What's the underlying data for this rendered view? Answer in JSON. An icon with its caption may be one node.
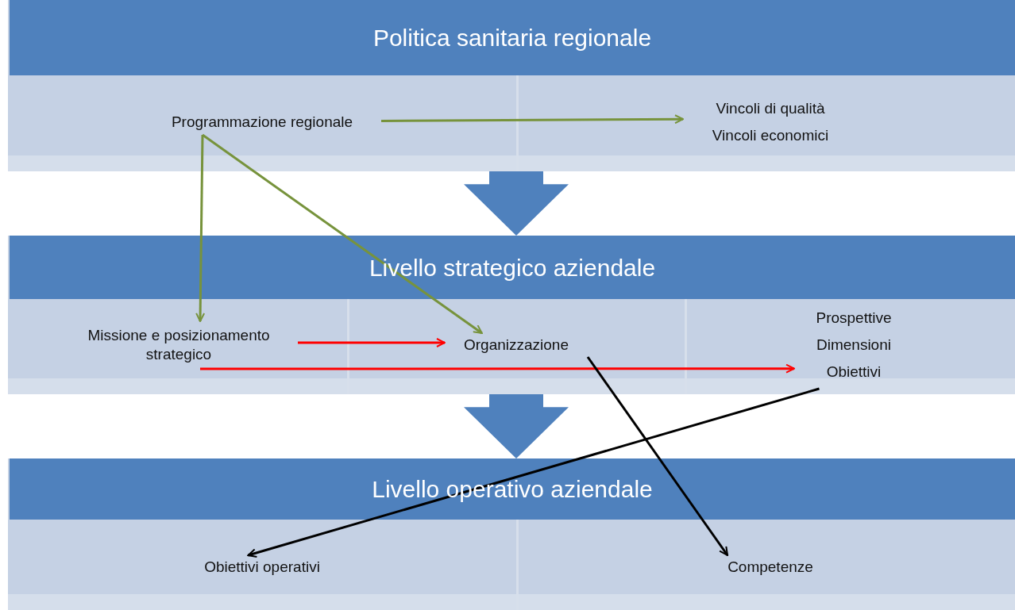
{
  "diagram": {
    "nodes": [
      {
        "text": [
          "Politica sanitaria regionale"
        ]
      },
      {
        "text": [
          "Programmazione regionale"
        ],
        "in": 0
      },
      {
        "text": [
          "Vincoli di qualità",
          "Vincoli economici"
        ],
        "in": 0
      },
      {
        "text": [
          "Livello strategico aziendale"
        ]
      },
      {
        "text": [
          "Missione e posizionamento strategico"
        ],
        "in": 3
      },
      {
        "text": [
          "Organizzazione"
        ],
        "in": 3
      },
      {
        "text": [
          "Prospettive",
          "Dimensioni",
          "Obiettivi"
        ],
        "in": 3
      },
      {
        "text": [
          "Livello operativo aziendale"
        ]
      },
      {
        "text": [
          "Obiettivi operativi"
        ],
        "in": 7
      },
      {
        "text": [
          "Competenze"
        ],
        "in": 7
      }
    ],
    "edges": [
      {
        "from": 0,
        "to": 3,
        "arrow": "to",
        "style": "thick",
        "color": "#4f81bd"
      },
      {
        "from": 3,
        "to": 7,
        "arrow": "to",
        "style": "thick",
        "color": "#4f81bd"
      },
      {
        "from": 1,
        "to": 2,
        "arrow": "to",
        "color": "#77933c"
      },
      {
        "from": 1,
        "to": 4,
        "arrow": "to",
        "color": "#77933c"
      },
      {
        "from": 1,
        "to": 5,
        "arrow": "to",
        "color": "#77933c"
      },
      {
        "from": 4,
        "to": 5,
        "arrow": "to",
        "color": "#ff0000"
      },
      {
        "from": 4,
        "to": 6,
        "arrow": "to",
        "color": "#ff0000"
      },
      {
        "from": 6,
        "to": 8,
        "arrow": "to",
        "color": "#000000"
      },
      {
        "from": 5,
        "to": 9,
        "arrow": "to",
        "color": "#000000"
      }
    ]
  }
}
